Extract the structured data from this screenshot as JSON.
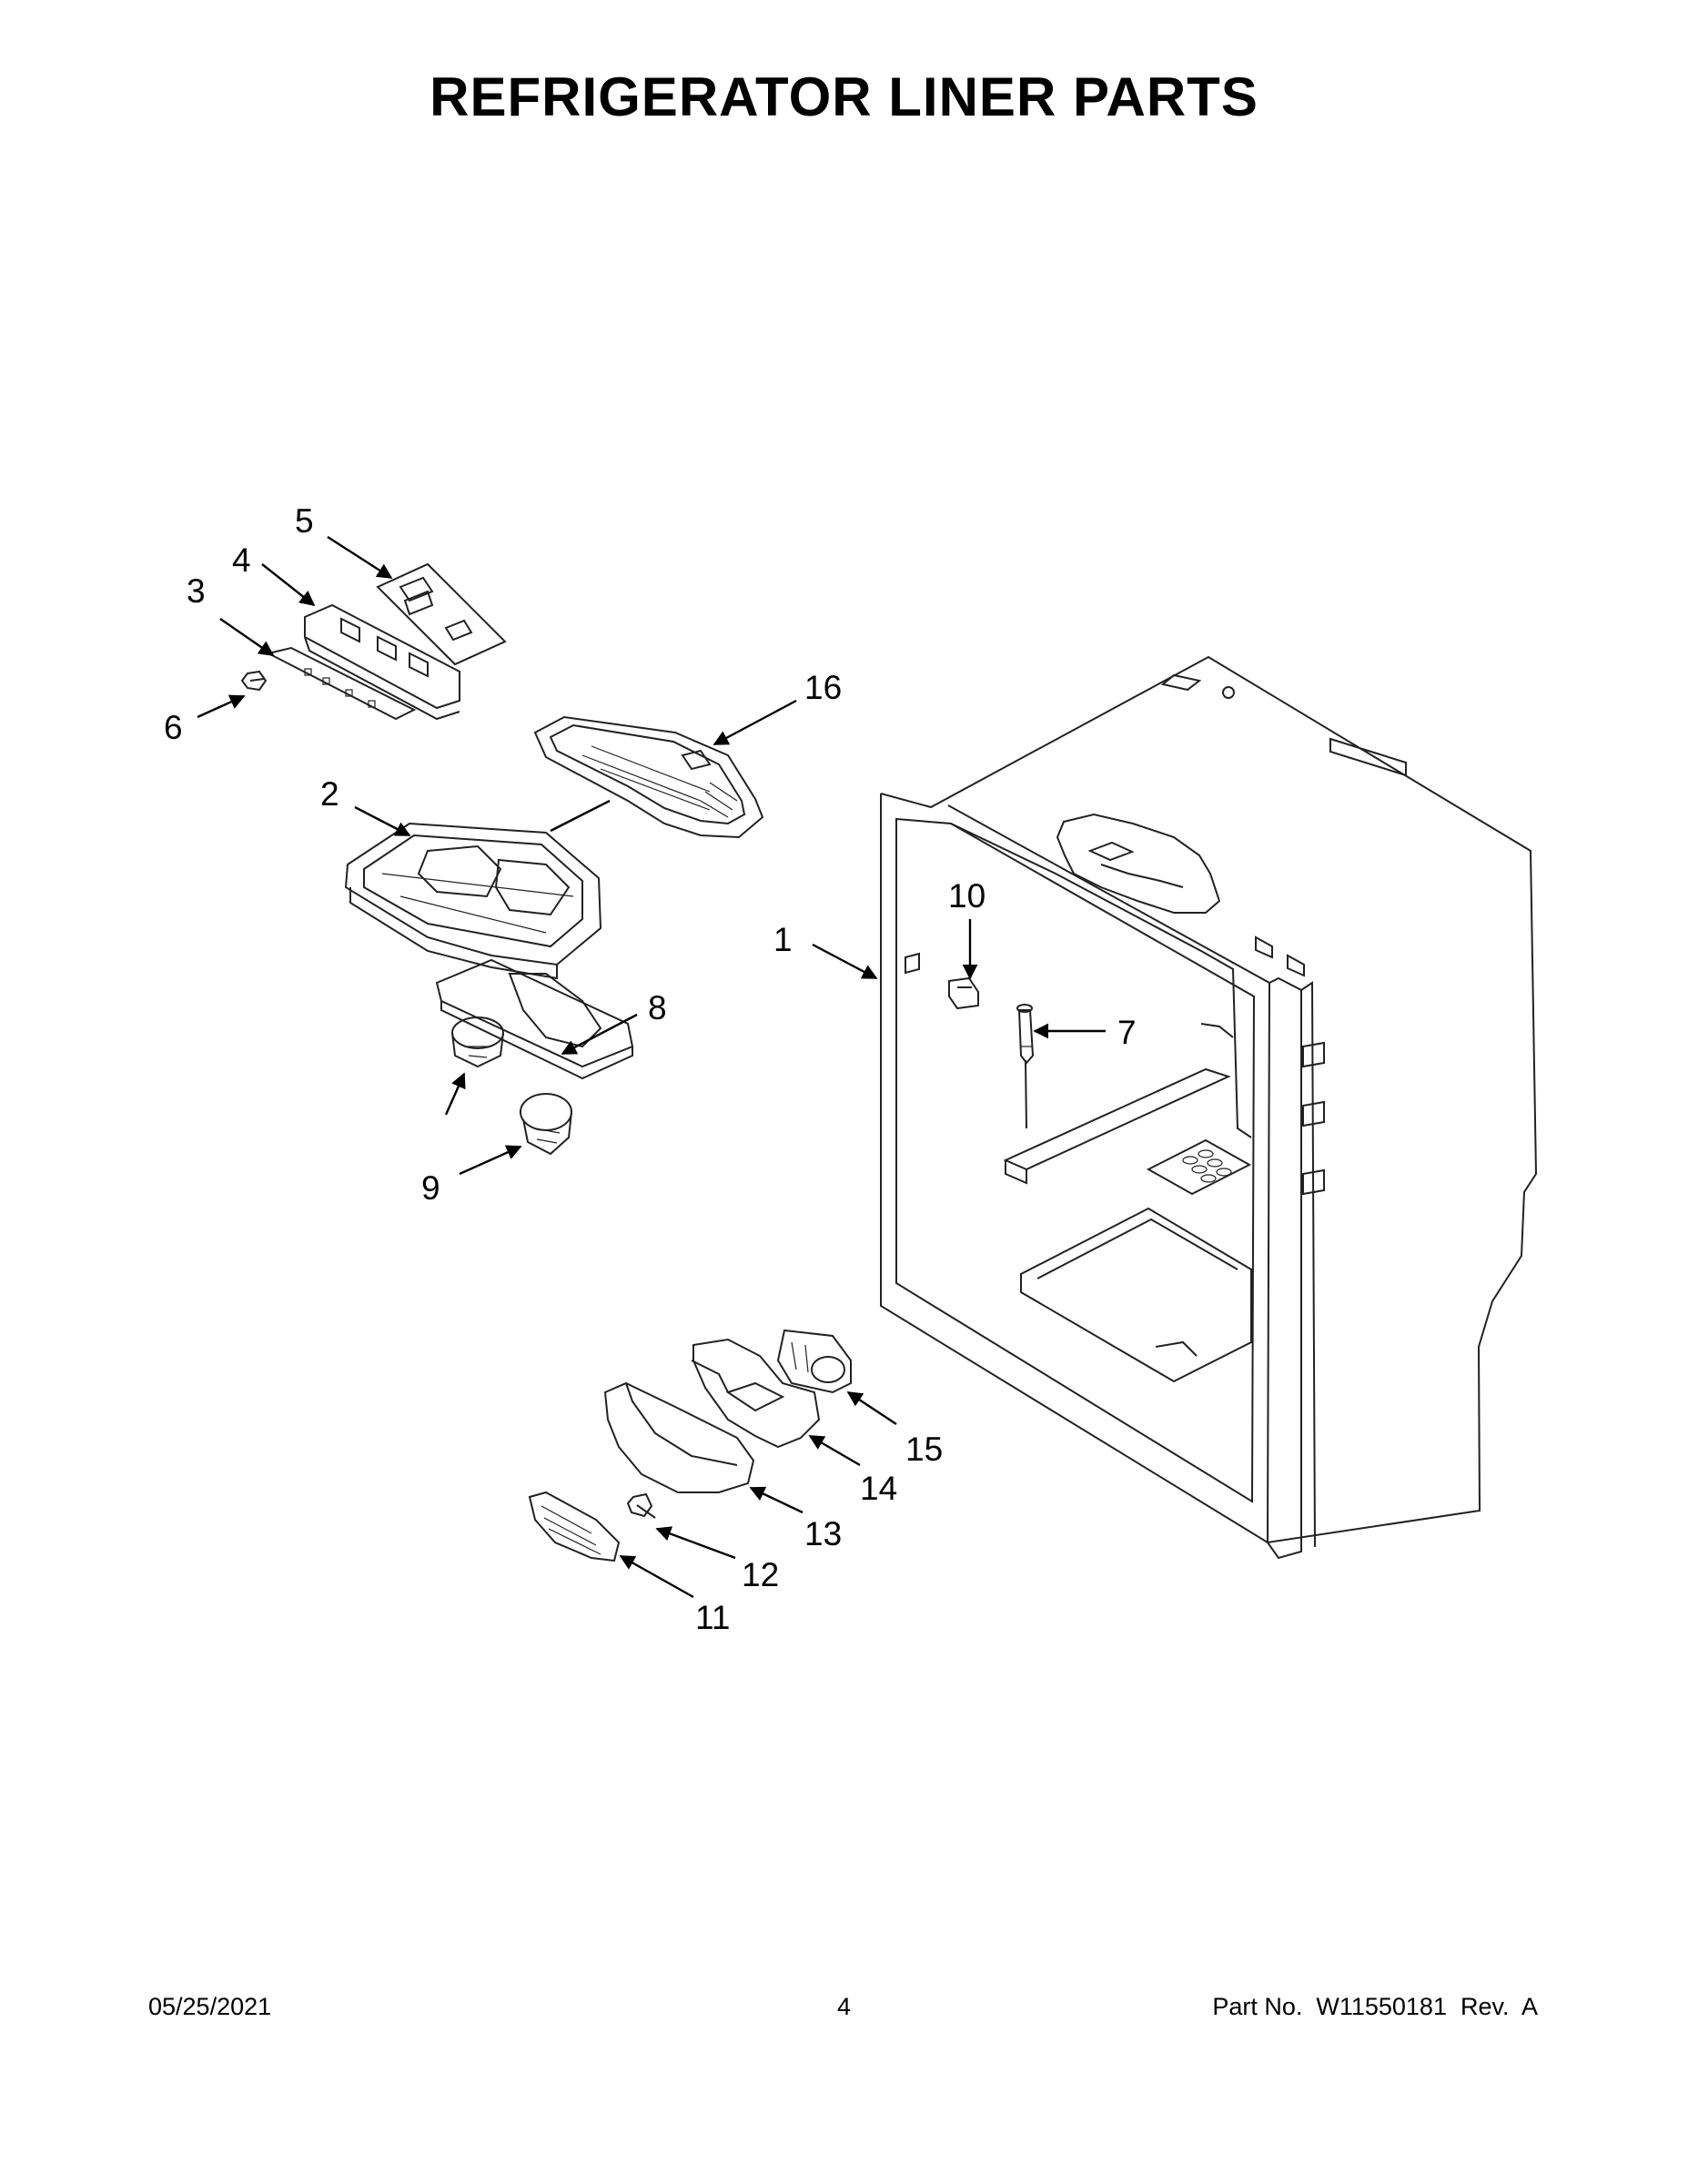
{
  "title": "REFRIGERATOR LINER PARTS",
  "callouts": [
    "1",
    "2",
    "3",
    "4",
    "5",
    "6",
    "7",
    "8",
    "9",
    "10",
    "11",
    "12",
    "13",
    "14",
    "15",
    "16"
  ],
  "footer": {
    "date": "05/25/2021",
    "page": "4",
    "part_number": "Part No.  W11550181  Rev.  A"
  }
}
